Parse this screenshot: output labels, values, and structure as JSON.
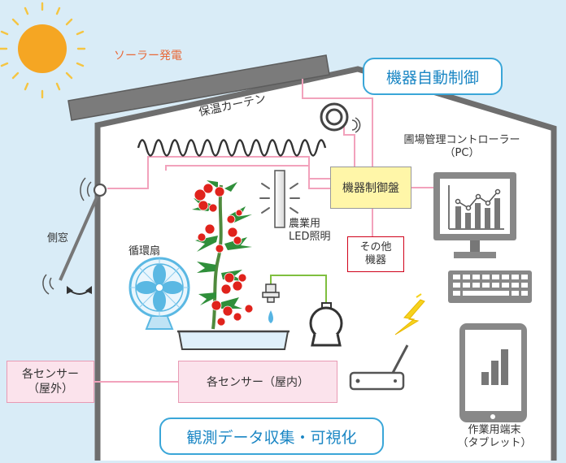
{
  "labels": {
    "solar": "ソーラー発電",
    "auto_control": "機器自動制御",
    "heater_curtain": "保温カーテン",
    "controller_pc_line1": "圃場管理コントローラー",
    "controller_pc_line2": "（PC）",
    "control_panel": "機器制御盤",
    "side_window": "側窓",
    "led_line1": "農業用",
    "led_line2": "LED照明",
    "other_line1": "その他",
    "other_line2": "機器",
    "fan": "循環扇",
    "sensor_outdoor_line1": "各センサー",
    "sensor_outdoor_line2": "（屋外）",
    "sensor_indoor": "各センサー（屋内）",
    "observation": "観測データ収集・可視化",
    "tablet_line1": "作業用端末",
    "tablet_line2": "（タブレット）"
  },
  "colors": {
    "background": "#d9ecf7",
    "house_wall": "#6e6e6e",
    "roof_panel": "#7b7b7b",
    "wire_pink": "#f2a2bc",
    "accent_blue": "#3aa6d8",
    "control_panel_fill": "#fff6a8",
    "sun": "#f5a623",
    "solar_text": "#e86a3a",
    "lightning": "#f6d21e"
  },
  "icons": [
    "sun-icon",
    "solar-panel-icon",
    "heater-curtain-icon",
    "window-sensor-icon",
    "window-hinge-icon",
    "tomato-plant-icon",
    "led-light-icon",
    "fan-icon",
    "pump-icon",
    "water-drip-icon",
    "pc-monitor-icon",
    "keyboard-icon",
    "wireless-bolt-icon",
    "tablet-icon",
    "router-icon"
  ]
}
